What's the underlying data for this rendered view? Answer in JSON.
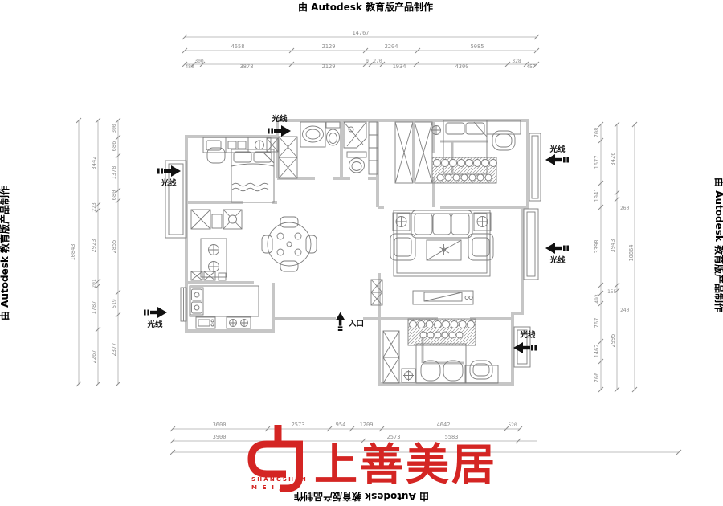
{
  "watermark": {
    "text": "由 Autodesk 教育版产品制作"
  },
  "labels": {
    "light": "光线",
    "entrance": "入口"
  },
  "logo": {
    "chinese": "上善美居",
    "latin_line1": "SHANGSHAN",
    "latin_line2": "M E I J U",
    "color": "#d42523"
  },
  "colors": {
    "logo_red": "#d42523",
    "dimension_gray": "#8f8f8f",
    "wall_gray": "#c6c6c6"
  },
  "dimensions": {
    "top": {
      "total": "14767",
      "row2": [
        "4658",
        "2129",
        "2204",
        "5085"
      ],
      "row3": [
        "480",
        "300",
        "3878",
        "2129",
        "0",
        "270",
        "1934",
        "4300",
        "328",
        "457"
      ]
    },
    "bottom": {
      "row1": [
        "3600",
        "2573",
        "954",
        "1209",
        "4642",
        "520"
      ],
      "row2": [
        "3900",
        "2573",
        "5583"
      ]
    },
    "left": {
      "total": "10843",
      "mid": [
        "3442",
        "223",
        "2923",
        "201",
        "1787",
        "2267"
      ],
      "inner": [
        "300",
        "686",
        "1378",
        "680",
        "2855",
        "519",
        "2377"
      ]
    },
    "right": {
      "total": "10864",
      "mid": [
        "3426",
        "260",
        "3943",
        "240",
        "2995"
      ],
      "inner": [
        "708",
        "1677",
        "1041",
        "3398",
        "155",
        "493",
        "767",
        "1462",
        "766"
      ]
    }
  }
}
